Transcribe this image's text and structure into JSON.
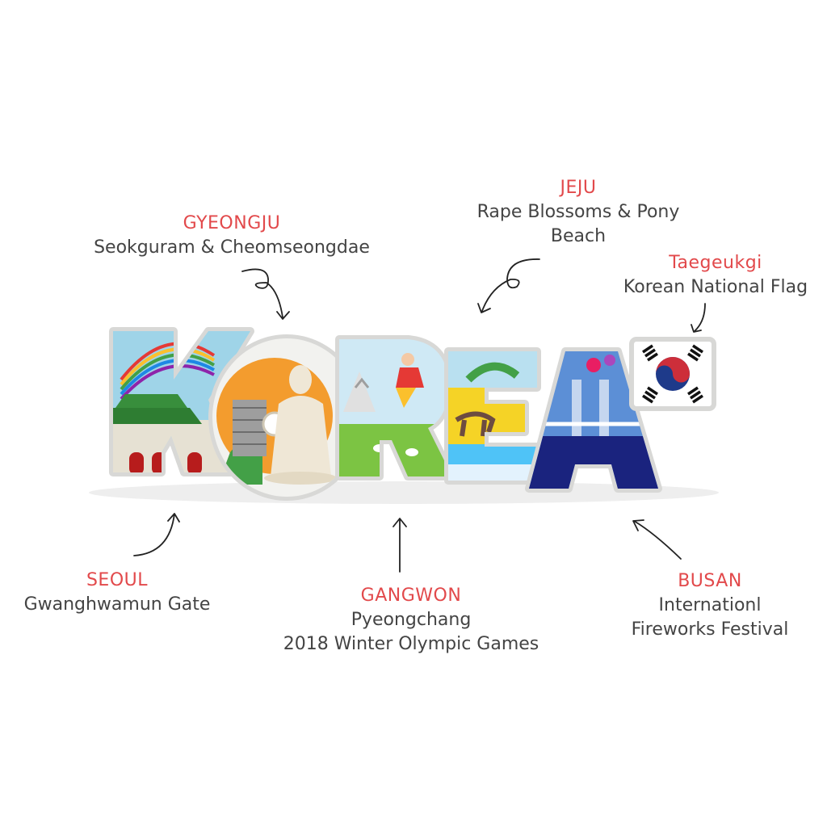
{
  "colors": {
    "region": "#e2494b",
    "description": "#444444",
    "arrow": "#222222"
  },
  "magnet_word": "KOREA",
  "annotations": {
    "gyeongju": {
      "region": "GYEONGJU",
      "description": "Seokguram & Cheomseongdae"
    },
    "jeju": {
      "region": "JEJU",
      "description_line1": "Rape Blossoms & Pony",
      "description_line2": "Beach"
    },
    "taegeukgi": {
      "region": "Taegeukgi",
      "description": "Korean National Flag"
    },
    "seoul": {
      "region": "SEOUL",
      "description": "Gwanghwamun Gate"
    },
    "gangwon": {
      "region": "GANGWON",
      "description_line1": "Pyeongchang",
      "description_line2": "2018 Winter Olympic Games"
    },
    "busan": {
      "region": "BUSAN",
      "description_line1": "Internationl",
      "description_line2": "Fireworks Festival"
    }
  }
}
